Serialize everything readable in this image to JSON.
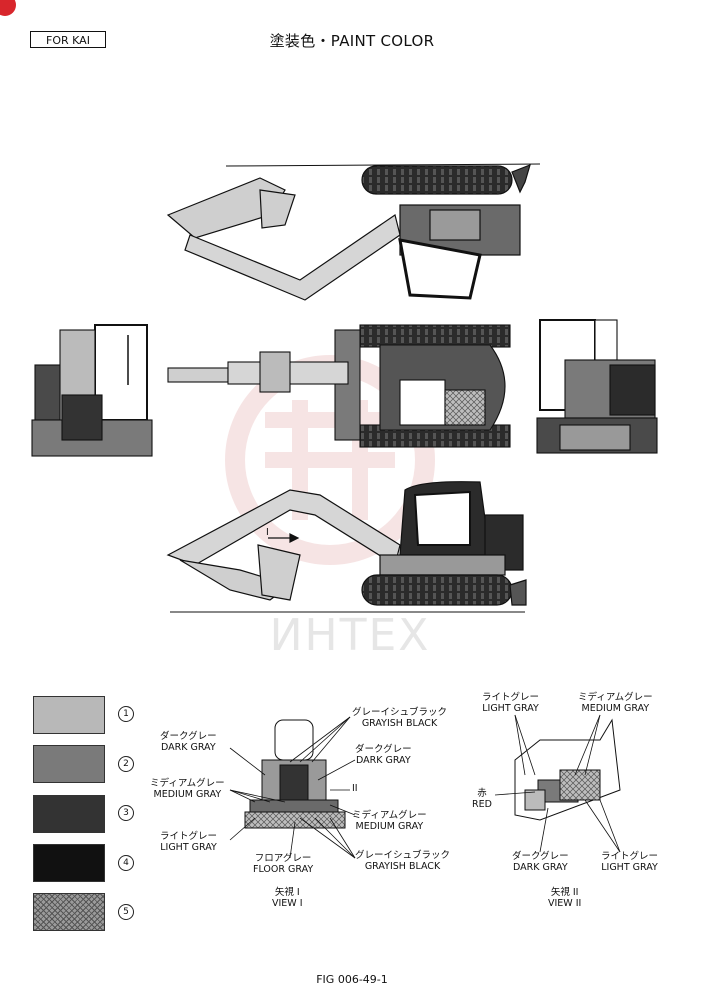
{
  "header": {
    "tag": "FOR KAI",
    "title": "塗装色・PAINT COLOR"
  },
  "watermark": {
    "text": "ИНТЕХ",
    "color": "#e8b4b4"
  },
  "legend": [
    {
      "num": "1",
      "color": "#b8b8b8"
    },
    {
      "num": "2",
      "color": "#7a7a7a"
    },
    {
      "num": "3",
      "color": "#333333"
    },
    {
      "num": "4",
      "color": "#111111"
    },
    {
      "num": "5",
      "color": "#9a9a9a",
      "pattern": "crosshatch"
    }
  ],
  "view1": {
    "labels": {
      "grayish_black_top_jp": "グレーイシュブラック",
      "grayish_black_top_en": "GRAYISH BLACK",
      "dark_gray_left_jp": "ダークグレー",
      "dark_gray_left_en": "DARK GRAY",
      "dark_gray_right_jp": "ダークグレー",
      "dark_gray_right_en": "DARK GRAY",
      "medium_gray_left_jp": "ミディアムグレー",
      "medium_gray_left_en": "MEDIUM GRAY",
      "medium_gray_right_jp": "ミディアムグレー",
      "medium_gray_right_en": "MEDIUM GRAY",
      "light_gray_jp": "ライトグレー",
      "light_gray_en": "LIGHT GRAY",
      "floor_gray_jp": "フロアグレー",
      "floor_gray_en": "FLOOR GRAY",
      "grayish_black_bottom_jp": "グレーイシュブラック",
      "grayish_black_bottom_en": "GRAYISH BLACK",
      "arrow_mark": "II",
      "caption_jp": "矢視 I",
      "caption_en": "VIEW I"
    }
  },
  "view2": {
    "labels": {
      "light_gray_top_jp": "ライトグレー",
      "light_gray_top_en": "LIGHT GRAY",
      "medium_gray_jp": "ミディアムグレー",
      "medium_gray_en": "MEDIUM GRAY",
      "red_jp": "赤",
      "red_en": "RED",
      "dark_gray_jp": "ダークグレー",
      "dark_gray_en": "DARK GRAY",
      "light_gray_bottom_jp": "ライトグレー",
      "light_gray_bottom_en": "LIGHT GRAY",
      "caption_jp": "矢視 II",
      "caption_en": "VIEW II"
    }
  },
  "side_view_arrow": "I",
  "footer": {
    "fig": "FIG 006-49-1"
  }
}
